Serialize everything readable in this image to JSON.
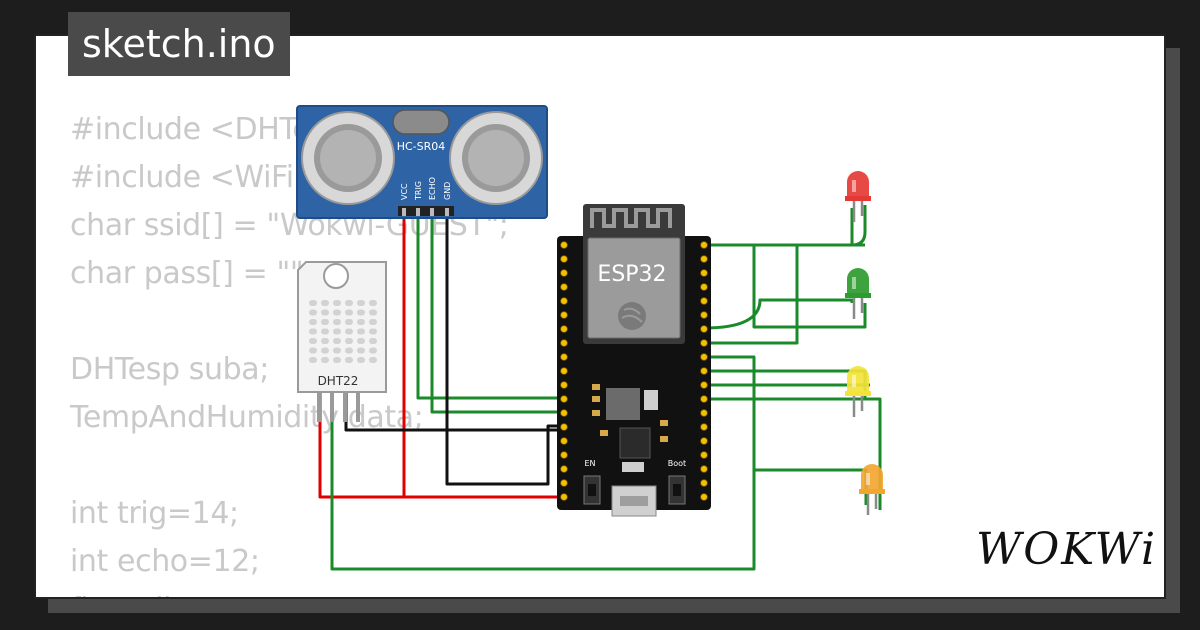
{
  "title": "sketch.ino",
  "code_lines": [
    "#include <DHTesp.h>",
    "#include <WiFi.h>",
    "char ssid[] = \"Wokwi-GUEST\";",
    "char pass[] = \"\";",
    "",
    "DHTesp suba;",
    "TempAndHumidity data;",
    "",
    "int trig=14;",
    "int echo=12;",
    "float dis;"
  ],
  "components": {
    "ultrasonic": {
      "label": "HC-SR04",
      "pins": [
        "VCC",
        "TRIG",
        "ECHO",
        "GND"
      ]
    },
    "dht": {
      "label": "DHT22"
    },
    "board": {
      "label": "ESP32",
      "buttons": [
        "EN",
        "Boot"
      ]
    },
    "leds": [
      {
        "name": "red",
        "color": "#e53935"
      },
      {
        "name": "green",
        "color": "#2e9b2e"
      },
      {
        "name": "yellow",
        "color": "#f3e33a"
      },
      {
        "name": "orange",
        "color": "#f2a630"
      }
    ]
  },
  "wire_colors": {
    "green": "#1b8a2a",
    "red": "#e00000",
    "black": "#111111"
  },
  "brand": "WOKWi"
}
